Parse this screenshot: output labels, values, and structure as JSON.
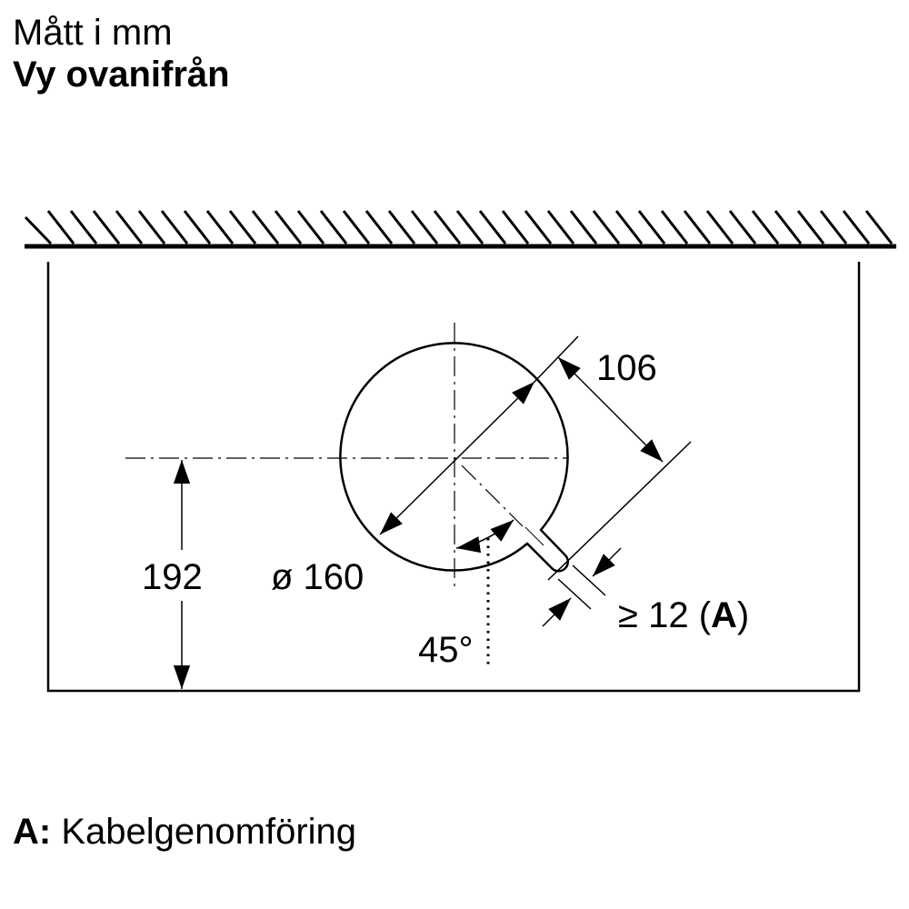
{
  "header": {
    "units": "Mått i mm",
    "view": "Vy ovanifrån"
  },
  "dimensions": {
    "height": "192",
    "diameter": "ø 160",
    "offset": "106",
    "angle": "45°",
    "min_clearance": "≥ 12",
    "clearance_ref_open": "(",
    "clearance_ref": "A",
    "clearance_ref_close": ")"
  },
  "legend": {
    "key": "A:",
    "text": "Kabelgenomföring"
  }
}
